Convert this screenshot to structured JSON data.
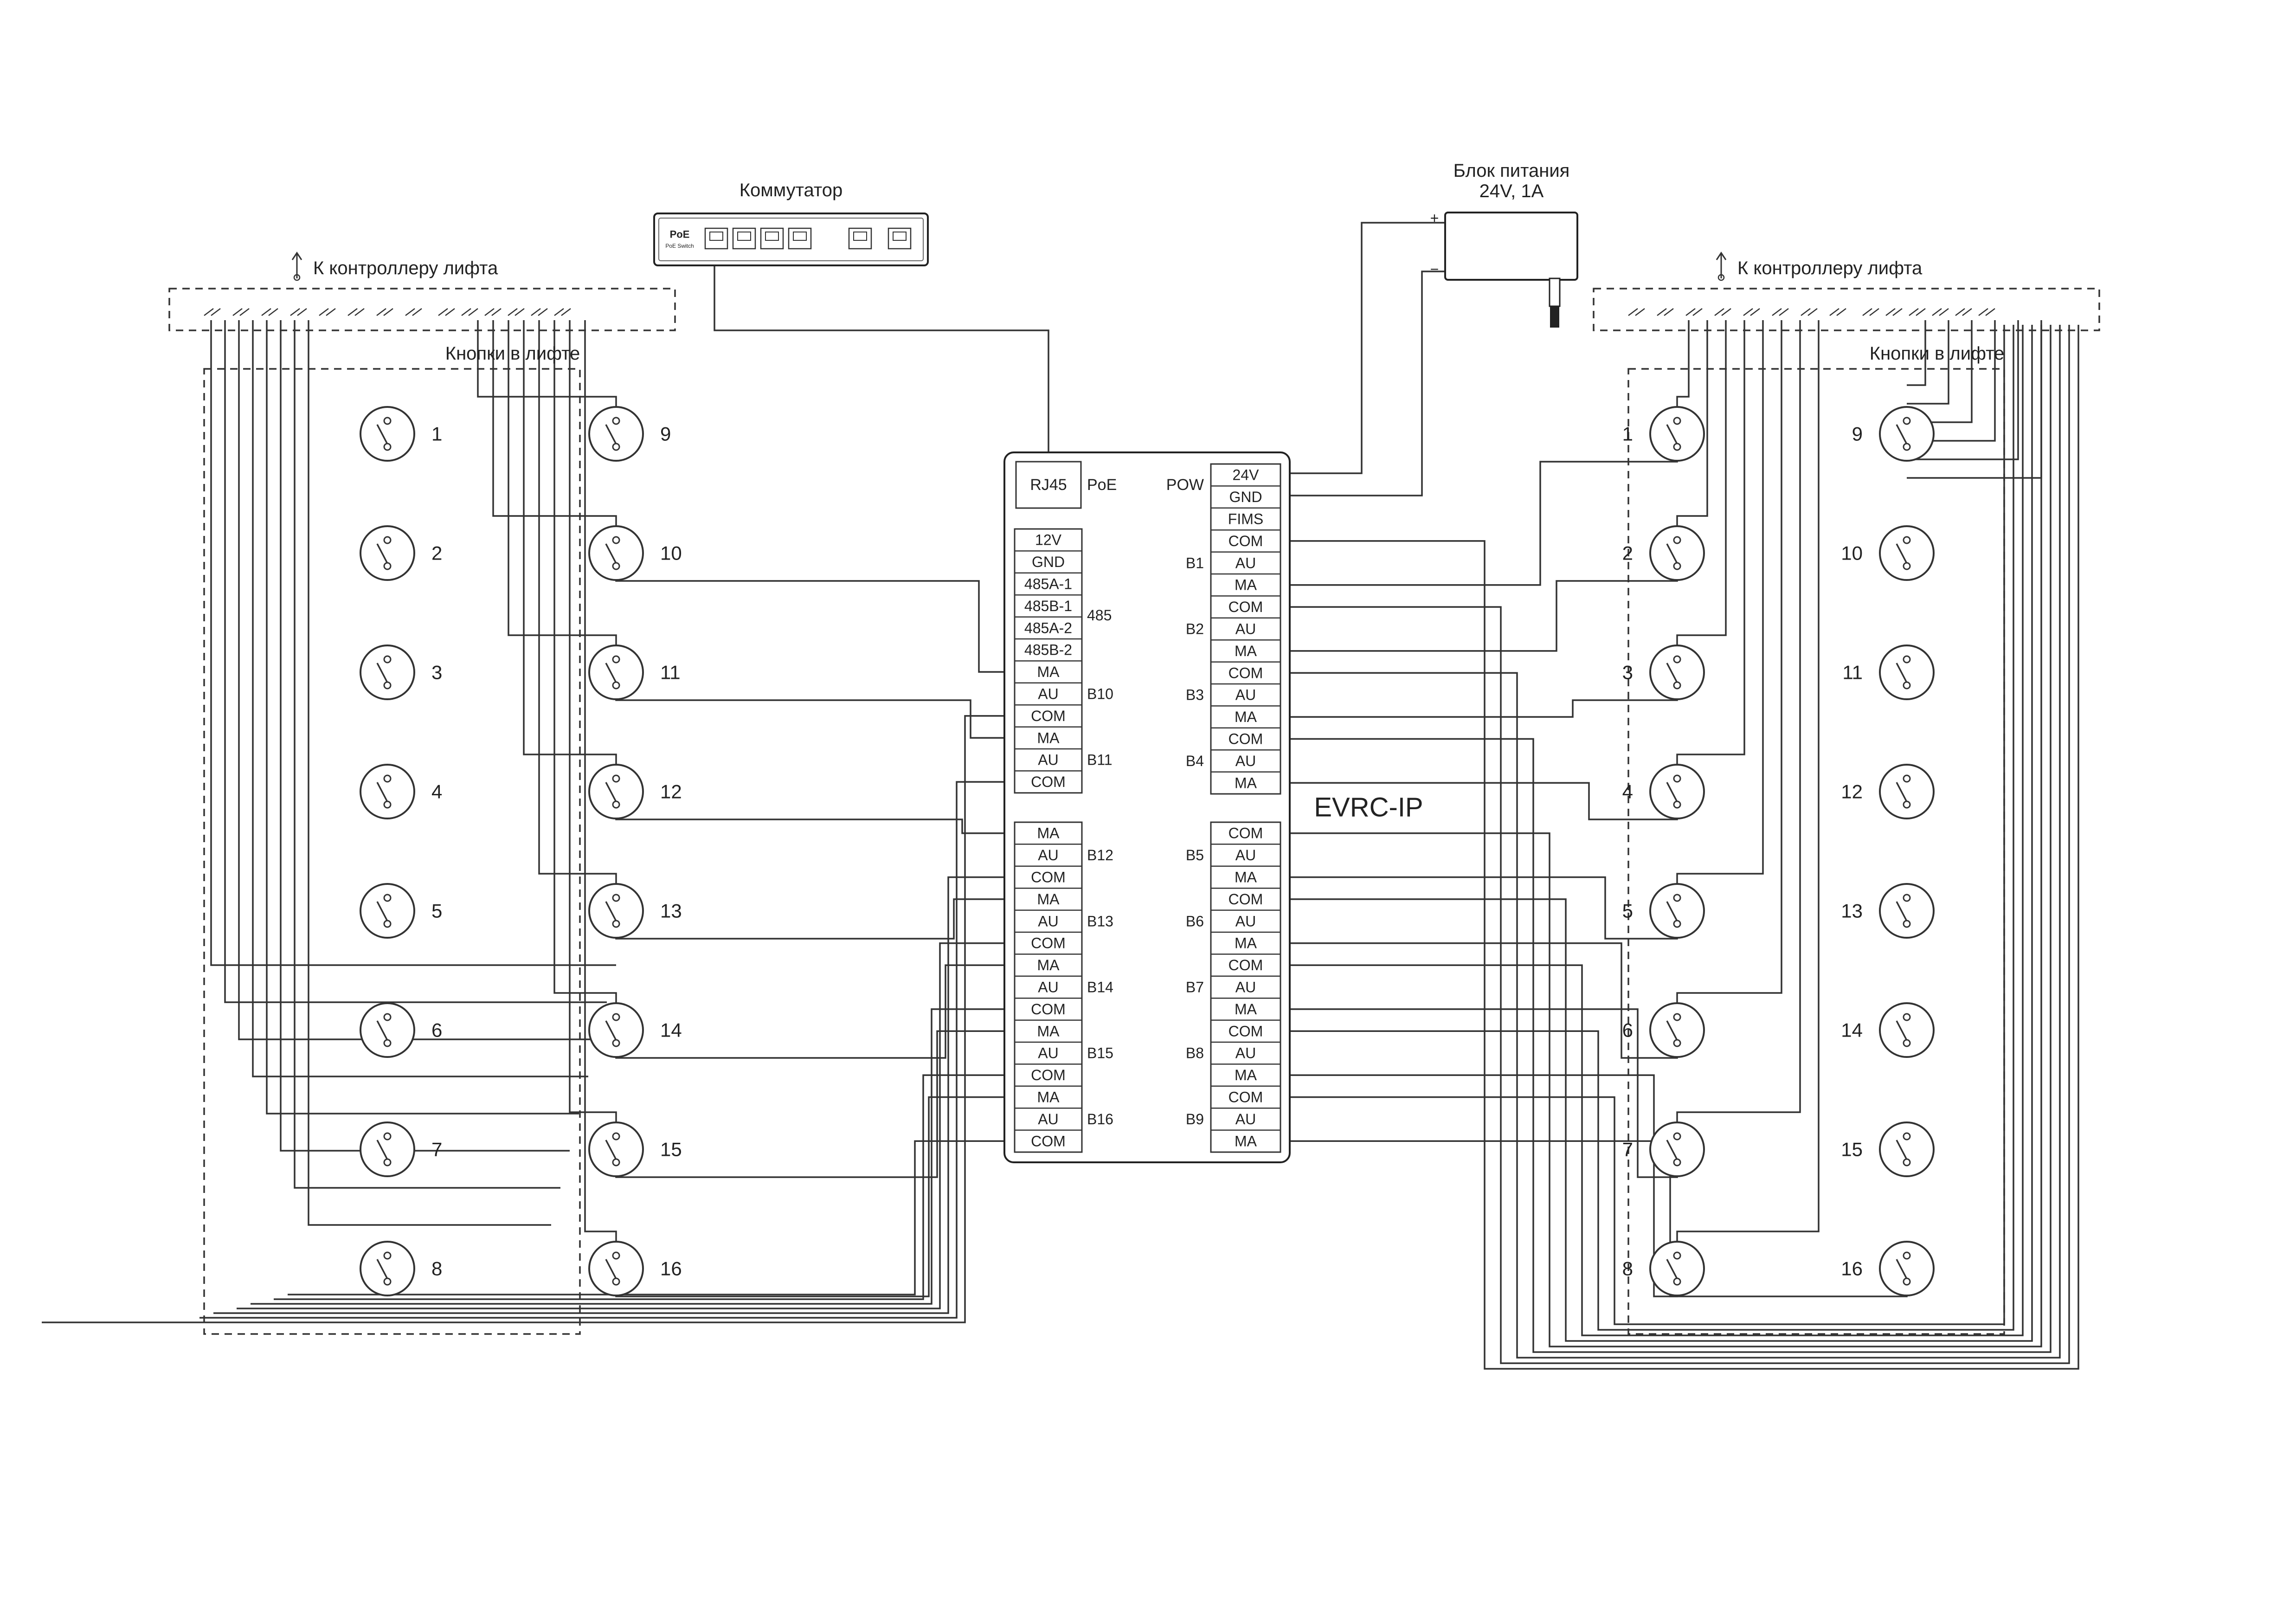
{
  "device": {
    "name": "EVRC-IP",
    "rj45": "RJ45",
    "poe": "PoE",
    "pow": "POW",
    "label_485": "485"
  },
  "switch": {
    "title": "Коммутатор",
    "face_label": "PoE",
    "face_sub": "PoE Switch"
  },
  "psu": {
    "title_line1": "Блок питания",
    "title_line2": "24V, 1A",
    "plus": "+",
    "minus": "−"
  },
  "left_panel": {
    "controller_label": "К контроллеру лифта",
    "buttons_label": "Кнопки в лифте"
  },
  "right_panel": {
    "controller_label": "К контроллеру лифта",
    "buttons_label": "Кнопки в лифте"
  },
  "left_terminals": {
    "top": [
      "12V",
      "GND",
      "485A-1",
      "485B-1",
      "485A-2",
      "485B-2",
      "MA",
      "AU",
      "COM",
      "MA",
      "AU",
      "COM"
    ],
    "bottom": [
      "MA",
      "AU",
      "COM",
      "MA",
      "AU",
      "COM",
      "MA",
      "AU",
      "COM",
      "MA",
      "AU",
      "COM",
      "MA",
      "AU",
      "COM"
    ],
    "group_labels": [
      "B10",
      "B11",
      "B12",
      "B13",
      "B14",
      "B15",
      "B16"
    ]
  },
  "right_terminals": {
    "top": [
      "24V",
      "GND",
      "FIMS",
      "COM",
      "AU",
      "MA",
      "COM",
      "AU",
      "MA",
      "COM",
      "AU",
      "MA",
      "COM",
      "AU",
      "MA"
    ],
    "bottom": [
      "COM",
      "AU",
      "MA",
      "COM",
      "AU",
      "MA",
      "COM",
      "AU",
      "MA",
      "COM",
      "AU",
      "MA",
      "COM",
      "AU",
      "MA"
    ],
    "group_labels": [
      "B1",
      "B2",
      "B3",
      "B4",
      "B5",
      "B6",
      "B7",
      "B8",
      "B9"
    ]
  },
  "buttons": {
    "left_col1": [
      "1",
      "2",
      "3",
      "4",
      "5",
      "6",
      "7",
      "8"
    ],
    "left_col2": [
      "9",
      "10",
      "11",
      "12",
      "13",
      "14",
      "15",
      "16"
    ],
    "right_col1": [
      "1",
      "2",
      "3",
      "4",
      "5",
      "6",
      "7",
      "8"
    ],
    "right_col2": [
      "9",
      "10",
      "11",
      "12",
      "13",
      "14",
      "15",
      "16"
    ]
  }
}
